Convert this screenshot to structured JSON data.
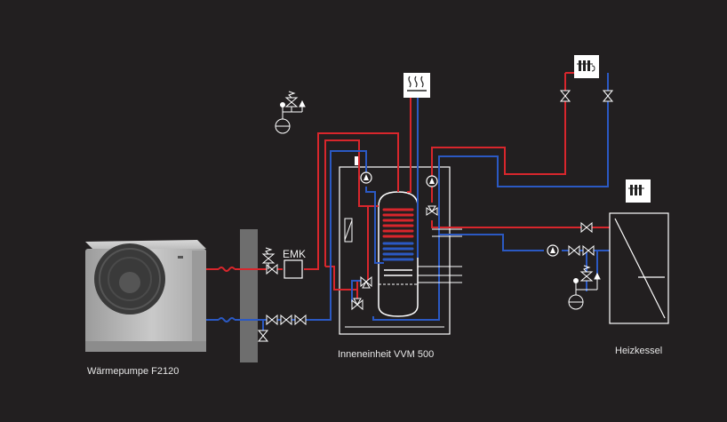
{
  "diagram": {
    "labels": {
      "heat_pump": "Wärmepumpe F2120",
      "indoor_unit": "Inneneinheit VVM 500",
      "boiler": "Heizkessel",
      "emk": "EMK"
    },
    "colors": {
      "background": "#221f20",
      "hot_line": "#d8262c",
      "cold_line": "#2b59c3",
      "equipment_outline": "#ffffff",
      "wall": "#6e6e6e"
    },
    "icons": {
      "hot_water_tap": "hot-water-icon",
      "radiator": "radiator-icon",
      "floor_heating": "floor-heating-icon",
      "pump": "pump-icon",
      "valve": "valve-icon",
      "expansion_vessel": "expansion-vessel-icon",
      "safety_valve": "safety-valve-icon"
    }
  }
}
